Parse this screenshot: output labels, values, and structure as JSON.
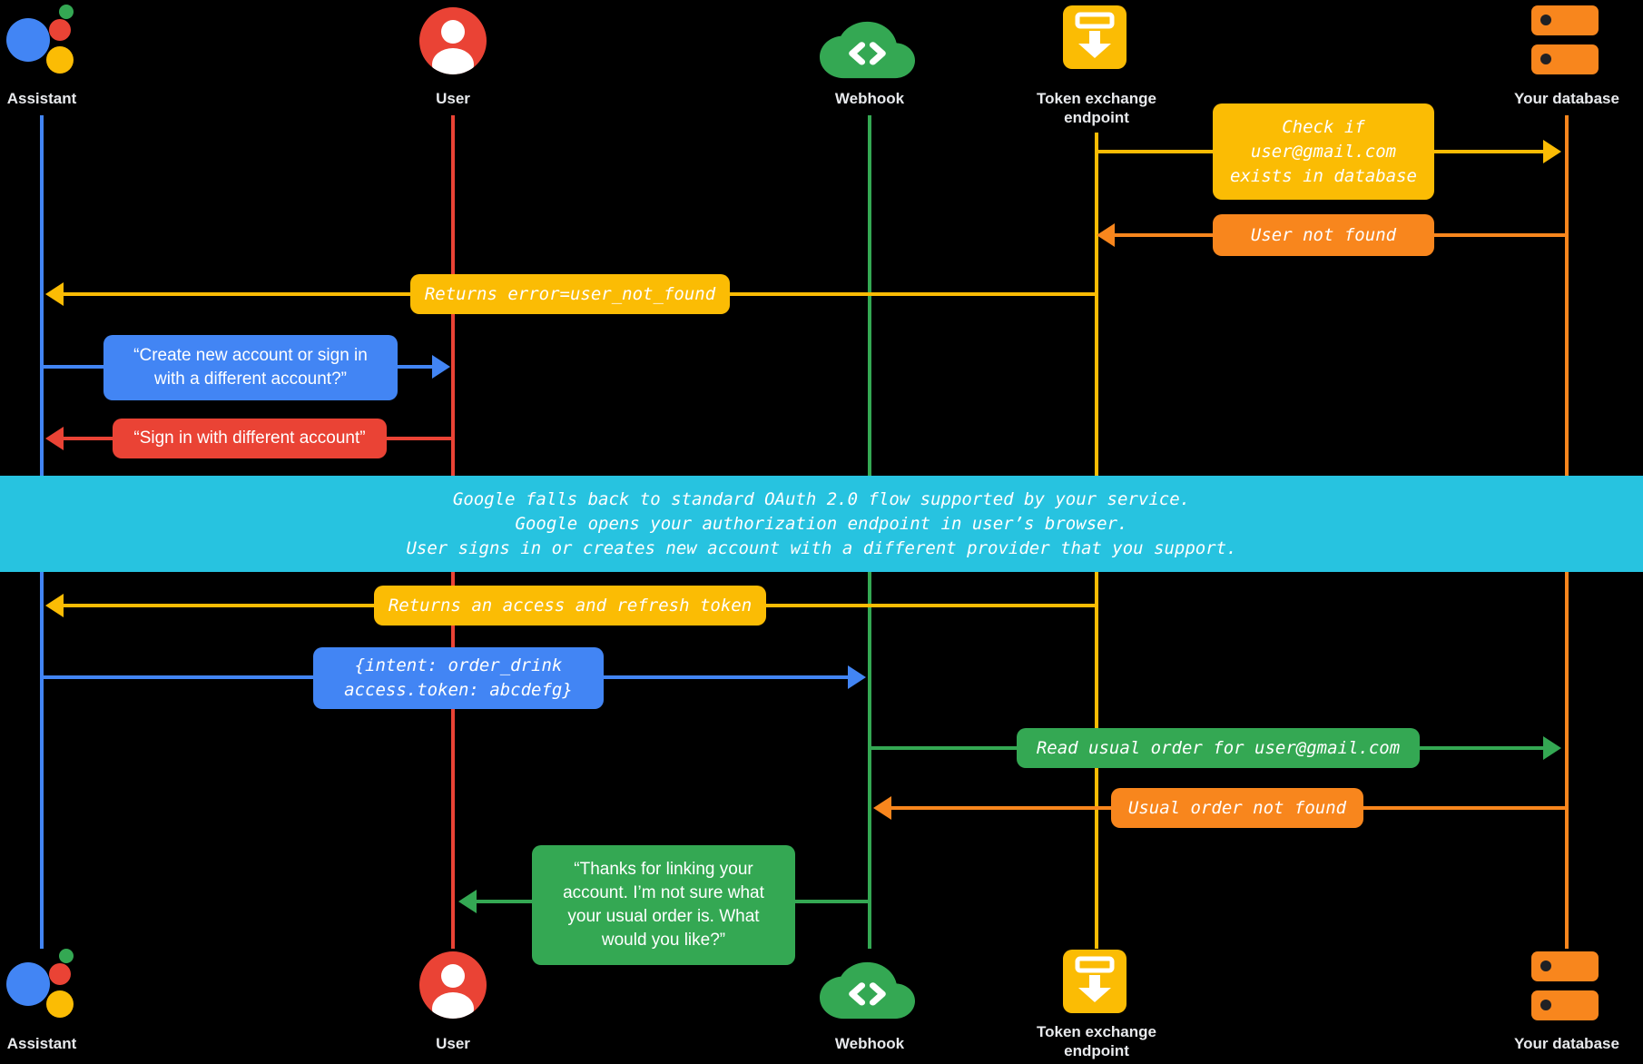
{
  "colors": {
    "blue": "#4285F4",
    "red": "#EA4335",
    "green": "#34A853",
    "yellow": "#FBBC04",
    "orange": "#F8861D",
    "cyan": "#27C3E0",
    "label_text": "#E8EAED",
    "background": "#000000",
    "message_text": "#FFFFFF"
  },
  "lanes": {
    "assistant": {
      "label": "Assistant",
      "icon": "google-assistant-icon",
      "color": "blue"
    },
    "user": {
      "label": "User",
      "icon": "user-icon",
      "color": "red"
    },
    "webhook": {
      "label": "Webhook",
      "icon": "cloud-code-icon",
      "color": "green"
    },
    "token_exchange": {
      "label": "Token exchange\nendpoint",
      "icon": "token-exchange-icon",
      "color": "yellow"
    },
    "database": {
      "label": "Your database",
      "icon": "database-icon",
      "color": "orange"
    }
  },
  "messages": {
    "check_user": {
      "text": "Check if\nuser@gmail.com\nexists in database",
      "from": "token_exchange",
      "to": "database",
      "color": "yellow"
    },
    "user_not_found": {
      "text": "User not found",
      "from": "database",
      "to": "token_exchange",
      "color": "orange"
    },
    "returns_error": {
      "text": "Returns error=user_not_found",
      "from": "token_exchange",
      "to": "assistant",
      "color": "yellow"
    },
    "create_account_prompt": {
      "text": "“Create new account or sign in\nwith a different account?”",
      "from": "assistant",
      "to": "user",
      "color": "blue"
    },
    "sign_in_different": {
      "text": "“Sign in with different account”",
      "from": "user",
      "to": "assistant",
      "color": "red"
    },
    "returns_tokens": {
      "text": "Returns an access and refresh token",
      "from": "token_exchange",
      "to": "assistant",
      "color": "yellow"
    },
    "intent_payload": {
      "text": "{intent: order_drink\naccess.token: abcdefg}",
      "from": "assistant",
      "to": "webhook",
      "color": "blue"
    },
    "read_usual_order": {
      "text": "Read usual order for user@gmail.com",
      "from": "webhook",
      "to": "database",
      "color": "green"
    },
    "usual_order_not_found": {
      "text": "Usual order not found",
      "from": "database",
      "to": "webhook",
      "color": "orange"
    },
    "thanks_for_linking": {
      "text": "“Thanks for linking your\naccount. I’m not sure what\nyour usual order is. What\nwould you like?”",
      "from": "webhook",
      "to": "user",
      "color": "green"
    }
  },
  "banner": {
    "text": "Google falls back to standard OAuth 2.0 flow supported by your service.\nGoogle opens your authorization endpoint in user’s browser.\nUser signs in or creates new account with a different provider that you support.",
    "color": "cyan"
  }
}
